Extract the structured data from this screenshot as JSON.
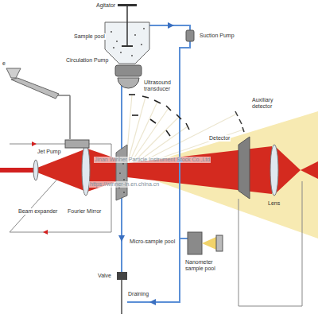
{
  "diagram": {
    "labels": [
      "Agitator",
      "Suction Pump",
      "Sample pool",
      "e",
      "Circulation Pump",
      "Ultrasound transducer",
      "Jet Pump",
      "Auxiliary detector",
      "Detector",
      "Beam expander",
      "Fourier Mirror",
      "Lens",
      "Micro-sample pool",
      "Nanometer sample pool",
      "Valve",
      "Draining",
      "Jinan Winner Particle Instrument Stock Co.,Ltd",
      "https://winner-in.en.china.cn"
    ]
  }
}
